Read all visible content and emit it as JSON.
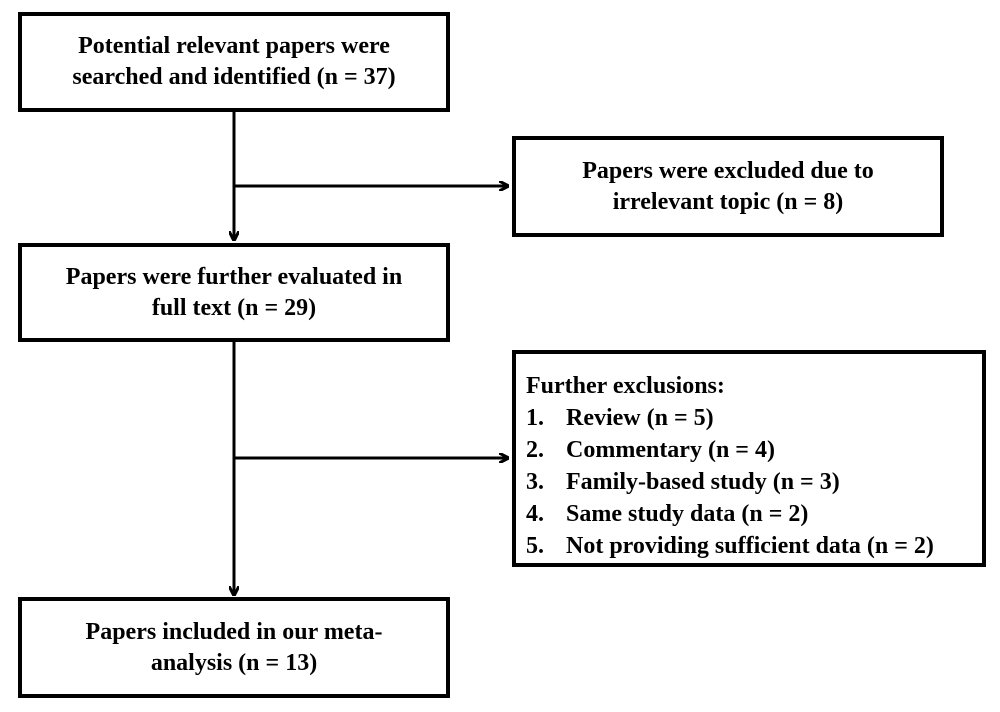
{
  "boxes": {
    "identified": {
      "line1": "Potential relevant papers were",
      "line2": "searched and identified (n = 37)"
    },
    "excluded_topic": {
      "line1": "Papers were excluded due to",
      "line2": "irrelevant topic (n = 8)"
    },
    "full_text": {
      "line1": "Papers were further evaluated in",
      "line2": "full text (n = 29)"
    },
    "further_exclusions": {
      "title": "Further exclusions:",
      "items": [
        {
          "num": "1.",
          "label": "Review (n = 5)"
        },
        {
          "num": "2.",
          "label": "Commentary (n = 4)"
        },
        {
          "num": "3.",
          "label": "Family-based study (n = 3)"
        },
        {
          "num": "4.",
          "label": "Same study data (n = 2)"
        },
        {
          "num": "5.",
          "label": "Not providing sufficient data (n = 2)"
        }
      ]
    },
    "included": {
      "line1": "Papers included in our meta-",
      "line2": "analysis (n = 13)"
    }
  },
  "colors": {
    "stroke": "#000000",
    "background": "#ffffff"
  }
}
